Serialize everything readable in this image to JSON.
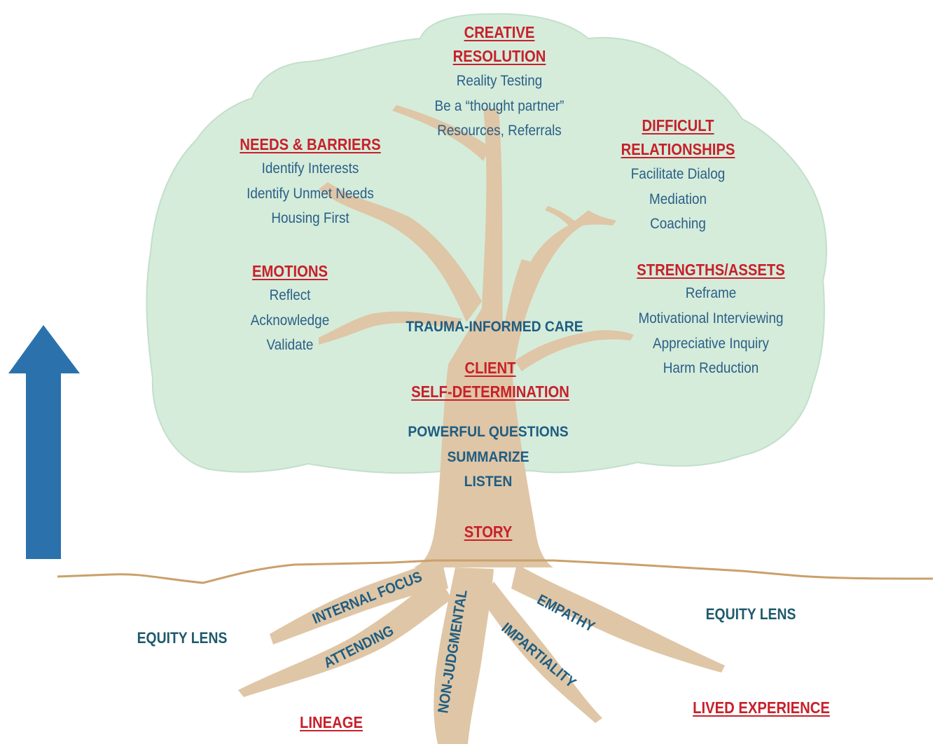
{
  "diagram": {
    "creative": {
      "heading_line1": "CREATIVE",
      "heading_line2": "RESOLUTION",
      "items": [
        "Reality Testing",
        "Be a “thought partner”",
        "Resources, Referrals"
      ]
    },
    "needs": {
      "heading": "NEEDS & BARRIERS",
      "items": [
        "Identify Interests",
        "Identify Unmet Needs",
        "Housing First"
      ]
    },
    "difficult": {
      "heading_line1": "DIFFICULT",
      "heading_line2": "RELATIONSHIPS",
      "items": [
        "Facilitate Dialog",
        "Mediation",
        "Coaching"
      ]
    },
    "emotions": {
      "heading": "EMOTIONS",
      "items": [
        "Reflect",
        "Acknowledge",
        "Validate"
      ]
    },
    "strengths": {
      "heading": "STRENGTHS/ASSETS",
      "items": [
        "Reframe",
        "Motivational Interviewing",
        "Appreciative Inquiry",
        "Harm Reduction"
      ]
    },
    "trunk": {
      "trauma": "TRAUMA-INFORMED  CARE",
      "client_line1": "CLIENT",
      "client_line2": "SELF-DETERMINATION",
      "core_items": [
        "POWERFUL QUESTIONS",
        "SUMMARIZE",
        "LISTEN"
      ],
      "story": "STORY"
    },
    "roots": {
      "internal_focus": "INTERNAL FOCUS",
      "attending": "ATTENDING",
      "non_judgmental": "NON-JUDGMENTAL",
      "empathy": "EMPATHY",
      "impartiality": "IMPARTIALITY"
    },
    "ground": {
      "equity_left": "EQUITY LENS",
      "equity_right": "EQUITY LENS",
      "lineage": "LINEAGE",
      "lived_experience": "LIVED EXPERIENCE"
    },
    "colors": {
      "canopy": "#d5ecdb",
      "canopy_edge": "#c3dfca",
      "trunk": "#dfc6a6",
      "ground_line": "#caa06a",
      "arrow": "#2b72ac",
      "heading": "#c8202a",
      "item": "#2a5f86"
    }
  }
}
